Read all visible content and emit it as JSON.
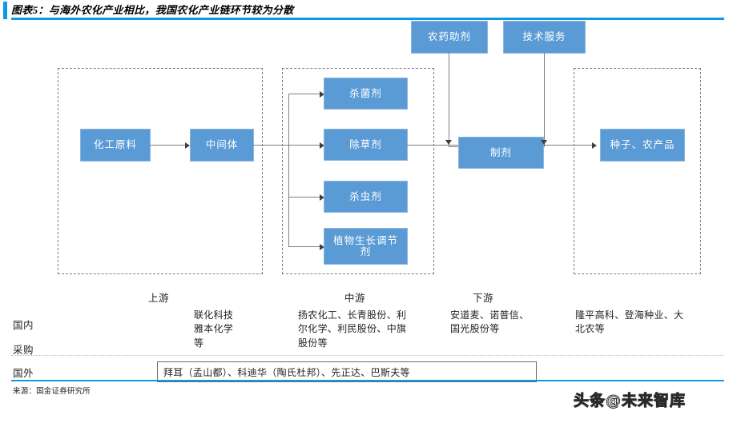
{
  "title": "图表5：与海外农化产业相比，我国农化产业链环节较为分散",
  "accent_color": "#0c9ae0",
  "node_color": "#5B9BD5",
  "diagram": {
    "support_nodes": [
      {
        "id": "pesticide-adjuvant",
        "label": "农药助剂"
      },
      {
        "id": "technical-service",
        "label": "技术服务"
      }
    ],
    "upstream": {
      "region_name": "upstream-region",
      "nodes": [
        {
          "id": "chemical-raw-material",
          "label": "化工原料"
        },
        {
          "id": "intermediate",
          "label": "中间体"
        }
      ]
    },
    "midstream": {
      "region_name": "midstream-region",
      "nodes": [
        {
          "id": "fungicide",
          "label": "杀菌剂"
        },
        {
          "id": "herbicide",
          "label": "除草剂"
        },
        {
          "id": "insecticide",
          "label": "杀虫剂"
        },
        {
          "id": "plant-growth-regulator",
          "label": "植物生长调节剂"
        }
      ]
    },
    "formulation": {
      "id": "formulation",
      "label": "制剂"
    },
    "downstream": {
      "region_name": "downstream-region",
      "nodes": [
        {
          "id": "seed-agricultural-product",
          "label": "种子、农产品"
        }
      ]
    }
  },
  "table": {
    "tier_headers": [
      {
        "key": "upstream",
        "label": "上游"
      },
      {
        "key": "midstream",
        "label": "中游"
      },
      {
        "key": "downstream",
        "label": "下游"
      }
    ],
    "rows": [
      {
        "key": "domestic",
        "label_line1": "国内",
        "label_line2": "采购",
        "cells": [
          {
            "key": "upstream",
            "text": "联化科技\n雅本化学\n等"
          },
          {
            "key": "midstream",
            "text": "扬农化工、长青股份、利\n尔化学、利民股份、中旗\n股份等"
          },
          {
            "key": "downstream",
            "text": "安道麦、诺普信、\n国光股份等"
          },
          {
            "key": "end",
            "text": "隆平高科、登海种业、大\n北农等"
          }
        ]
      },
      {
        "key": "overseas",
        "label": "国外",
        "cell": "拜耳（孟山都）、科迪华（陶氏杜邦）、先正达、巴斯夫等"
      }
    ]
  },
  "source": "来源：国金证券研究所",
  "watermark": "头条@未来智库"
}
